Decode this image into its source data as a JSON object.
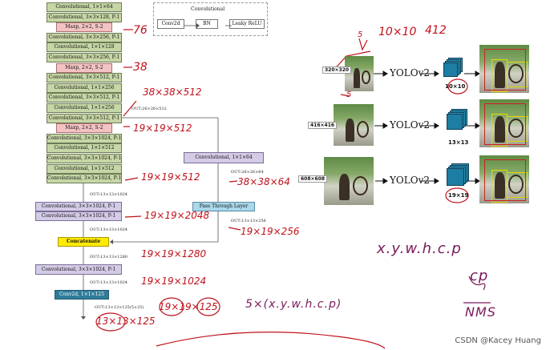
{
  "legend": {
    "title": "Convolutional",
    "items": [
      "Conv2d",
      "BN",
      "Leaky ReLU"
    ]
  },
  "backbone": [
    {
      "text": "Convolutional, 1×1×64",
      "kind": "green"
    },
    {
      "text": "Convolutional, 3×3×128, P-1",
      "kind": "green"
    },
    {
      "text": "Maxp, 2×2, S-2",
      "kind": "pink"
    },
    {
      "text": "Convolutional, 3×3×256, P-1",
      "kind": "green"
    },
    {
      "text": "Convolutional, 1×1×128",
      "kind": "green"
    },
    {
      "text": "Convolutional, 3×3×256, P-1",
      "kind": "green"
    },
    {
      "text": "Maxp, 2×2, S-2",
      "kind": "pink"
    },
    {
      "text": "Convolutional, 3×3×512, P-1",
      "kind": "green"
    },
    {
      "text": "Convolutional, 1×1×256",
      "kind": "green"
    },
    {
      "text": "Convolutional, 3×3×512, P-1",
      "kind": "green"
    },
    {
      "text": "Convolutional, 1×1×256",
      "kind": "green"
    },
    {
      "text": "Convolutional, 3×3×512, P-1",
      "kind": "green"
    },
    {
      "text": "Maxp, 2×2, S-2",
      "kind": "pink"
    },
    {
      "text": "Convolutional, 3×3×1024, P-1",
      "kind": "green"
    },
    {
      "text": "Convolutional, 1×1×512",
      "kind": "green"
    },
    {
      "text": "Convolutional, 3×3×1024, P-1",
      "kind": "green"
    },
    {
      "text": "Convolutional, 1×1×512",
      "kind": "green"
    },
    {
      "text": "Convolutional, 3×3×1024, P-1",
      "kind": "green"
    }
  ],
  "head": {
    "conv1": "Convolutional, 3×3×1024, P-1",
    "conv2": "Convolutional, 3×3×1024, P-1",
    "concat": "Concatenate",
    "conv3": "Convolutional, 3×3×1024, P-1",
    "conv2d": "Conv2d, 1×1×125",
    "branch_conv": "Convolutional, 1×1×64",
    "passthrough": "Pass Through Layer"
  },
  "outputs": {
    "out1": "OUT:26×26×512",
    "out2": "OUT:13×13×1024",
    "out3": "OUT:13×13×1024",
    "out4": "OUT:26×26×64",
    "out5": "OUT:13×13×256",
    "out6": "OUT:13×13×1280",
    "out7": "OUT:13×13×1024",
    "out8": "OUT:13×13×125(5×25)"
  },
  "annotations": {
    "a76": "76",
    "a38": "38",
    "a38x38": "38×38×512",
    "a19a": "19×19×512",
    "a19b": "19×19×512",
    "a38x64": "38×38×64",
    "a19c": "19×19×2048",
    "a19d": "19×19×256",
    "a19e": "19×19×1280",
    "a19f": "19×19×1024",
    "a19g": "19×19×125",
    "a13": "13×13×125",
    "a5cx": "5×(x.y.w.h.c.p)",
    "a10x10": "10×10",
    "a412": "412",
    "a5ba": "5",
    "a5bb": "5",
    "xywh": "x.y.w.h.c.p",
    "cp": "cp",
    "nms": "NMS"
  },
  "yolo": {
    "model_label": "YOLOv2",
    "rows": [
      {
        "input": "320×320",
        "grid": "10×10"
      },
      {
        "input": "416×416",
        "grid": "13×13"
      },
      {
        "input": "608×608",
        "grid": "19×19"
      }
    ]
  },
  "watermark": "CSDN @Kacey Huang",
  "colors": {
    "conv": "#c7d6a6",
    "maxpool": "#f3c3c3",
    "conv_head": "#d4cbe6",
    "passthrough": "#a8d8ea",
    "concat": "#ffea00",
    "conv2d": "#2f7c9a",
    "ink": "#c0121b"
  }
}
